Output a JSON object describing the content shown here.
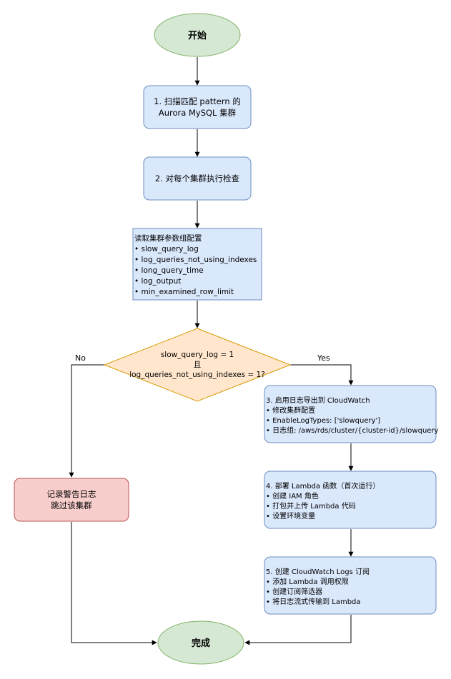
{
  "nodes": {
    "start": {
      "label": "开始"
    },
    "scan": {
      "lines": [
        "1. 扫描匹配 pattern 的",
        "Aurora MySQL 集群"
      ]
    },
    "check_each": {
      "label": "2. 对每个集群执行检查"
    },
    "read_params": {
      "lines": [
        "读取集群参数组配置",
        "• slow_query_log",
        "• log_queries_not_using_indexes",
        "• long_query_time",
        "• log_output",
        "• min_examined_row_limit"
      ]
    },
    "decision": {
      "lines": [
        "slow_query_log = 1",
        "且",
        "log_queries_not_using_indexes = 1?"
      ]
    },
    "warn": {
      "lines": [
        "记录警告日志",
        "跳过该集群"
      ]
    },
    "enable_export": {
      "lines": [
        "3. 启用日志导出到 CloudWatch",
        "• 修改集群配置",
        "• EnableLogTypes: ['slowquery']",
        "• 日志组: /aws/rds/cluster/{cluster-id}/slowquery"
      ]
    },
    "deploy_lambda": {
      "lines": [
        "4. 部署 Lambda 函数（首次运行）",
        "• 创建 IAM 角色",
        "• 打包并上传 Lambda 代码",
        "• 设置环境变量"
      ]
    },
    "subscribe": {
      "lines": [
        "5. 创建 CloudWatch Logs 订阅",
        "• 添加 Lambda 调用权限",
        "• 创建订阅筛选器",
        "• 将日志流式传输到 Lambda"
      ]
    },
    "done": {
      "label": "完成"
    }
  },
  "edges": {
    "no_label": "No",
    "yes_label": "Yes"
  },
  "colors": {
    "terminal_fill": "#d5e8d4",
    "terminal_stroke": "#82b366",
    "process_fill": "#dae8fc",
    "process_stroke": "#6c8ebf",
    "decision_fill": "#ffe6cc",
    "decision_stroke": "#d79b00",
    "warn_fill": "#f8cecc",
    "warn_stroke": "#b85450",
    "line": "#000000"
  }
}
